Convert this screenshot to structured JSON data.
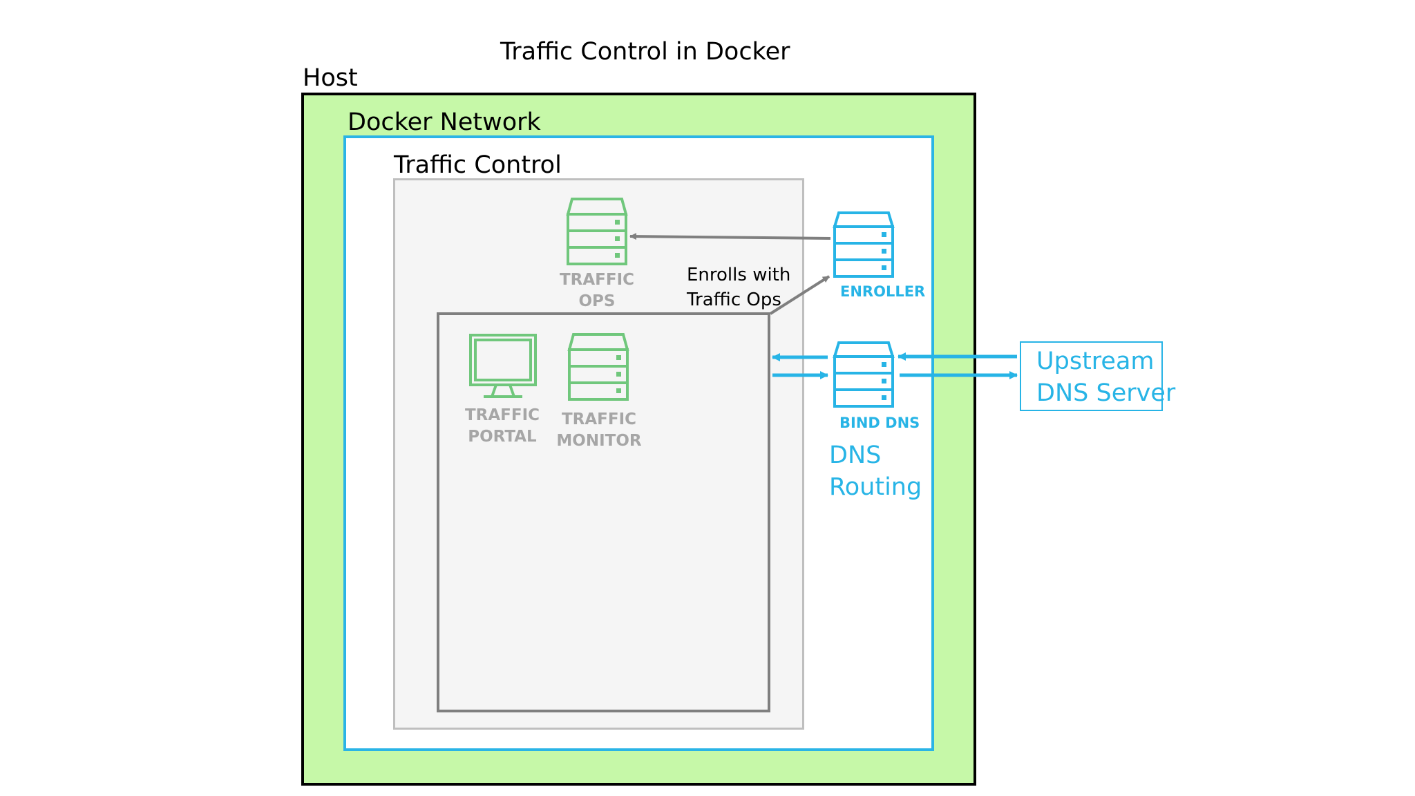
{
  "title": "Traffic Control in Docker",
  "host": {
    "label": "Host"
  },
  "docker_network": {
    "label": "Docker Network"
  },
  "traffic_control": {
    "label": "Traffic Control"
  },
  "nodes": {
    "traffic_ops": {
      "line1": "TRAFFIC",
      "line2": "OPS",
      "icon": "server-icon",
      "color": "#70c77c"
    },
    "traffic_portal": {
      "line1": "TRAFFIC",
      "line2": "PORTAL",
      "icon": "monitor-icon",
      "color": "#70c77c"
    },
    "traffic_monitor": {
      "line1": "TRAFFIC",
      "line2": "MONITOR",
      "icon": "server-icon",
      "color": "#70c77c"
    },
    "enroller": {
      "label": "ENROLLER",
      "icon": "server-icon",
      "color": "#27b4e6"
    },
    "bind_dns": {
      "label": "BIND DNS",
      "icon": "server-icon",
      "color": "#27b4e6"
    }
  },
  "annotations": {
    "enroll_line1": "Enrolls with",
    "enroll_line2": "Traffic Ops",
    "dns_routing_line1": "DNS",
    "dns_routing_line2": "Routing"
  },
  "upstream": {
    "line1": "Upstream",
    "line2": "DNS Server"
  },
  "colors": {
    "host_fill": "#c6f8a8",
    "network_border": "#2ab4e6",
    "tc_border": "#bfbfbf",
    "inner_border": "#7f7f7f",
    "gray_arrow": "#7f7f7f",
    "blue_arrow": "#27b4e6",
    "gray_text": "#a6a6a6"
  }
}
